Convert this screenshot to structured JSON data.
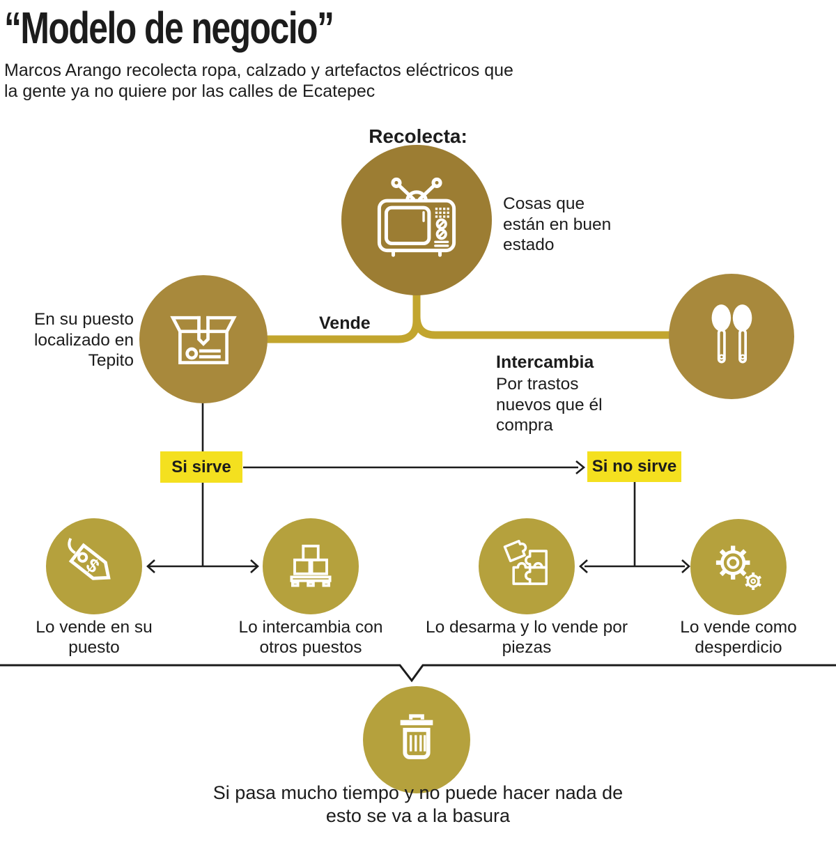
{
  "colors": {
    "ink": "#1c1c1c",
    "gold-dark": "#9c7d33",
    "gold-mid": "#a8893c",
    "gold-light": "#b5a13d",
    "connector": "#c2a52e",
    "yellow": "#f4e01f"
  },
  "header": {
    "title": "“Modelo de negocio”",
    "subtitle": "Marcos Arango recolecta ropa, calzado y artefactos eléctricos que la gente ya no quiere por las calles de Ecatepec"
  },
  "collect": {
    "label": "Recolecta:",
    "icon": "tv-icon",
    "note": "Cosas que están en buen estado"
  },
  "sell_branch": {
    "label": "Vende",
    "stall_note": "En su puesto localizado en Tepito",
    "icon": "package-box-icon"
  },
  "exchange_branch": {
    "label": "Intercambia",
    "note": "Por trastos nuevos que él compra",
    "icon": "spoons-icon"
  },
  "decision": {
    "works_label": "Si sirve",
    "broken_label": "Si no sirve"
  },
  "outcomes": [
    {
      "icon": "price-tag-icon",
      "label": "Lo vende en su puesto"
    },
    {
      "icon": "pallet-boxes-icon",
      "label": "Lo intercambia con otros puestos"
    },
    {
      "icon": "puzzle-icon",
      "label": "Lo desarma y lo vende por piezas"
    },
    {
      "icon": "gears-icon",
      "label": "Lo vende como desperdicio"
    }
  ],
  "disposal": {
    "icon": "trash-icon",
    "caption": "Si pasa mucho tiempo y no puede hacer nada de esto se va a la basura"
  }
}
